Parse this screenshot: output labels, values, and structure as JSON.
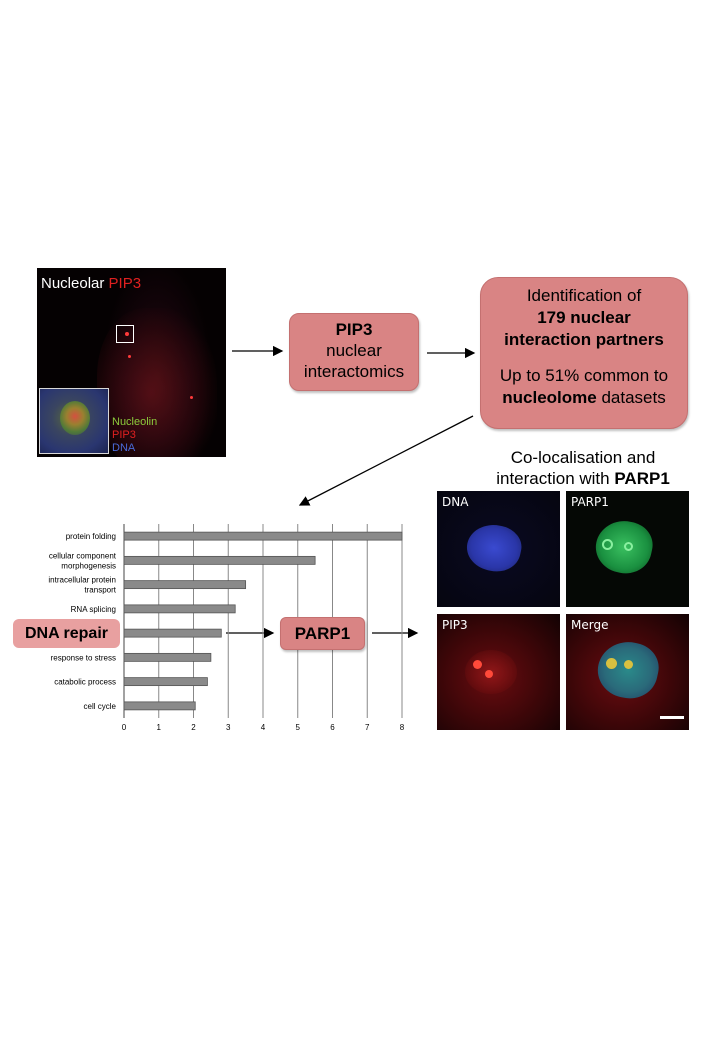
{
  "micrograph_top": {
    "title_white": "Nucleolar",
    "title_red": "PIP3",
    "legend": [
      {
        "text": "Nucleolin",
        "color": "#8ccc3c"
      },
      {
        "text": "PIP3",
        "color": "#e02020"
      },
      {
        "text": "DNA",
        "color": "#4a6ad8"
      }
    ]
  },
  "box_interactomics": {
    "line1": "PIP3",
    "line2": "nuclear",
    "line3": "interactomics"
  },
  "box_identification": {
    "line1": "Identification of",
    "line2": "179 nuclear",
    "line3": "interaction partners",
    "line4_pre": "Up to 51% common to",
    "line5_bold": "nucleolome",
    "line5_rest": " datasets"
  },
  "coloc_title": {
    "line1": "Co-localisation and",
    "line2_pre": "interaction with ",
    "line2_bold": "PARP1"
  },
  "dna_repair_label": "DNA repair",
  "parp1_box": "PARP1",
  "quad_labels": [
    "DNA",
    "PARP1",
    "PIP3",
    "Merge"
  ],
  "chart_data": {
    "type": "bar",
    "orientation": "horizontal",
    "categories": [
      [
        "protein folding"
      ],
      [
        "cellular component",
        "morphogenesis"
      ],
      [
        "intracellular protein",
        "transport"
      ],
      [
        "RNA splicing"
      ],
      [
        "DNA repair"
      ],
      [
        "response to stress"
      ],
      [
        "catabolic process"
      ],
      [
        "cell cycle"
      ]
    ],
    "values": [
      8,
      5.5,
      3.5,
      3.2,
      2.8,
      2.5,
      2.4,
      2.05
    ],
    "xlim": [
      0,
      8
    ],
    "xticks": [
      "0",
      "1",
      "2",
      "3",
      "4",
      "5",
      "6",
      "7",
      "8"
    ],
    "grid": true,
    "colors": {
      "bar": "#8a8a8a",
      "bar_edge": "#555555",
      "grid": "#888888"
    }
  }
}
